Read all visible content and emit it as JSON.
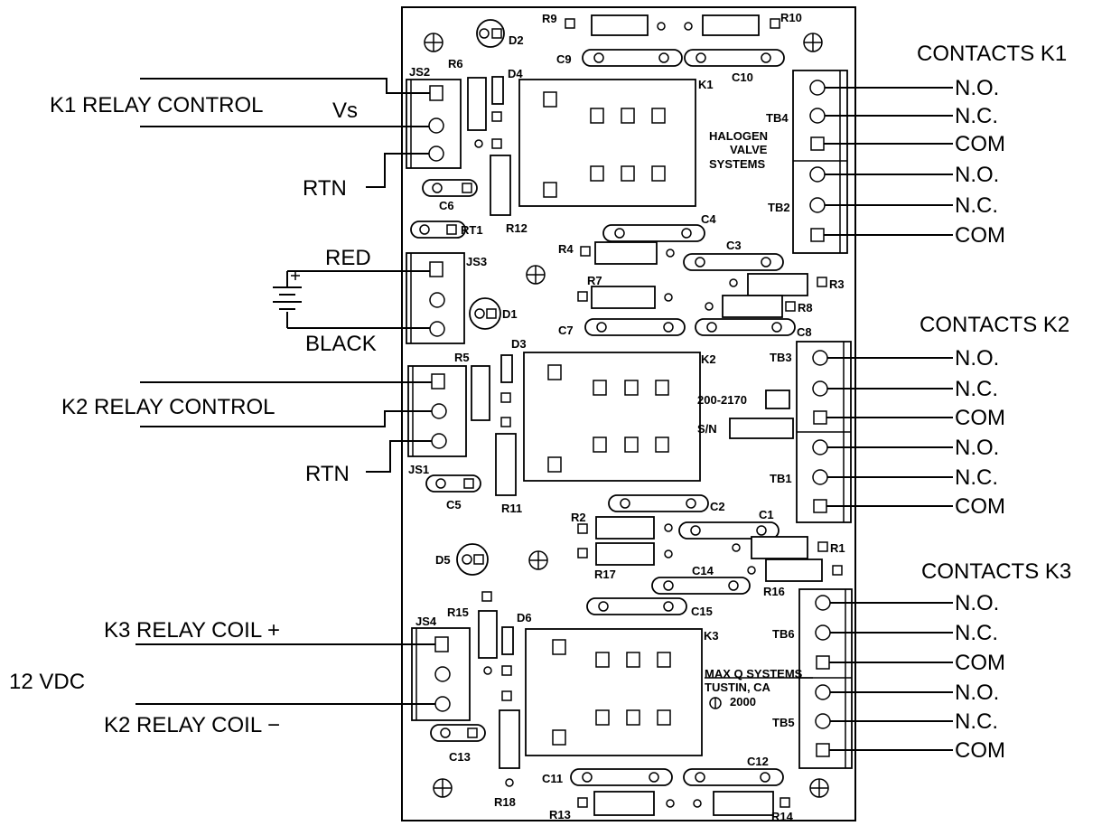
{
  "external_labels": {
    "contacts_k1": "CONTACTS K1",
    "contacts_k2": "CONTACTS K2",
    "contacts_k3": "CONTACTS K3",
    "k1_relay_control": "K1 RELAY CONTROL",
    "vs": "Vs",
    "rtn": "RTN",
    "red": "RED",
    "black": "BLACK",
    "k2_relay_control": "K2 RELAY CONTROL",
    "k3_relay_coil_plus": "K3 RELAY COIL +",
    "twelve_vdc": "12 VDC",
    "k2_relay_coil_minus": "K2 RELAY COIL −"
  },
  "terminals": {
    "no": "N.O.",
    "nc": "N.C.",
    "com": "COM"
  },
  "board_text": {
    "brand_line1": "HALOGEN",
    "brand_line2": "VALVE",
    "brand_line3": "SYSTEMS",
    "part_number": "200-2170",
    "serial": "S/N",
    "maker_line1": "MAX Q SYSTEMS",
    "maker_line2": "TUSTIN, CA",
    "year": "2000"
  },
  "refdes": {
    "JS1": "JS1",
    "JS2": "JS2",
    "JS3": "JS3",
    "JS4": "JS4",
    "K1": "K1",
    "K2": "K2",
    "K3": "K3",
    "TB1": "TB1",
    "TB2": "TB2",
    "TB3": "TB3",
    "TB4": "TB4",
    "TB5": "TB5",
    "TB6": "TB6",
    "D1": "D1",
    "D2": "D2",
    "D3": "D3",
    "D4": "D4",
    "D5": "D5",
    "D6": "D6",
    "C1": "C1",
    "C2": "C2",
    "C3": "C3",
    "C4": "C4",
    "C5": "C5",
    "C6": "C6",
    "C7": "C7",
    "C8": "C8",
    "C9": "C9",
    "C10": "C10",
    "C11": "C11",
    "C12": "C12",
    "C13": "C13",
    "C14": "C14",
    "C15": "C15",
    "R1": "R1",
    "R2": "R2",
    "R3": "R3",
    "R4": "R4",
    "R5": "R5",
    "R6": "R6",
    "R7": "R7",
    "R8": "R8",
    "R9": "R9",
    "R10": "R10",
    "R11": "R11",
    "R12": "R12",
    "R13": "R13",
    "R14": "R14",
    "R15": "R15",
    "R16": "R16",
    "R17": "R17",
    "R18": "R18",
    "RT1": "RT1"
  }
}
